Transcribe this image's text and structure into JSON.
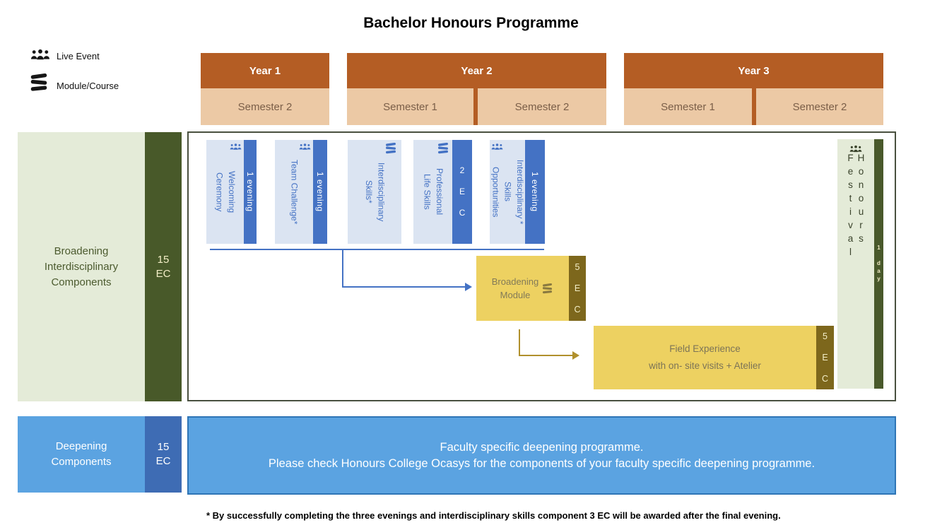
{
  "title": "Bachelor Honours Programme",
  "legend": {
    "live_event": "Live Event",
    "module_course": "Module/Course"
  },
  "timeline": {
    "years": [
      {
        "label": "Year 1",
        "semesters": [
          "Semester 2"
        ]
      },
      {
        "label": "Year 2",
        "semesters": [
          "Semester 1",
          "Semester 2"
        ]
      },
      {
        "label": "Year 3",
        "semesters": [
          "Semester 1",
          "Semester 2"
        ]
      }
    ]
  },
  "broadening": {
    "label": "Broadening\nInterdisciplinary\nComponents",
    "ec": "15\nEC",
    "courses": [
      {
        "name": "Welcoming\nCeremony",
        "badge": "1 evening",
        "icon": "live-event"
      },
      {
        "name": "Team Challenge*",
        "badge": "1 evening",
        "icon": "live-event"
      },
      {
        "name": "Interdisciplinary\nSkills*",
        "icon": "module-course"
      },
      {
        "name": "Professional\nLife Skills",
        "badge": "2 E C",
        "icon": "module-course"
      },
      {
        "name": "Interdisciplinary *\nSkills\nOpportunities",
        "badge": "1 evening",
        "icon": "live-event"
      }
    ],
    "broadening_module": {
      "name": "Broadening\nModule",
      "ec": "5 E C",
      "icon": "module-course"
    },
    "field_experience": {
      "line1": "Field Experience",
      "line2": "with on- site visits + Atelier",
      "ec": "5 E C"
    },
    "honours_festival": {
      "name": "Honours Festival",
      "badge": "1 day",
      "icon": "live-event"
    }
  },
  "deepening": {
    "label": "Deepening\nComponents",
    "ec": "15\nEC",
    "line1": "Faculty specific deepening programme.",
    "line2": "Please check Honours College Ocasys for the components of your faculty specific deepening programme."
  },
  "footnote": "* By successfully completing the three evenings and interdisciplinary skills component 3 EC will be awarded after the final evening.",
  "colors": {
    "year_header": "#b45d24",
    "semester_fill": "#ecc9a5",
    "semester_text": "#7a5e48",
    "course_fill": "#dbe4f2",
    "accent_blue": "#4472c4",
    "light_green": "#e4ebd8",
    "dark_green": "#485929",
    "cream": "#f2edc6",
    "module_yellow": "#edd161",
    "olive_strip": "#7d671c",
    "gold_arrow": "#b0902c",
    "deepening_blue": "#5ba3e1",
    "deepening_strip": "#3e6cb4",
    "deepening_border": "#2e75b6"
  }
}
